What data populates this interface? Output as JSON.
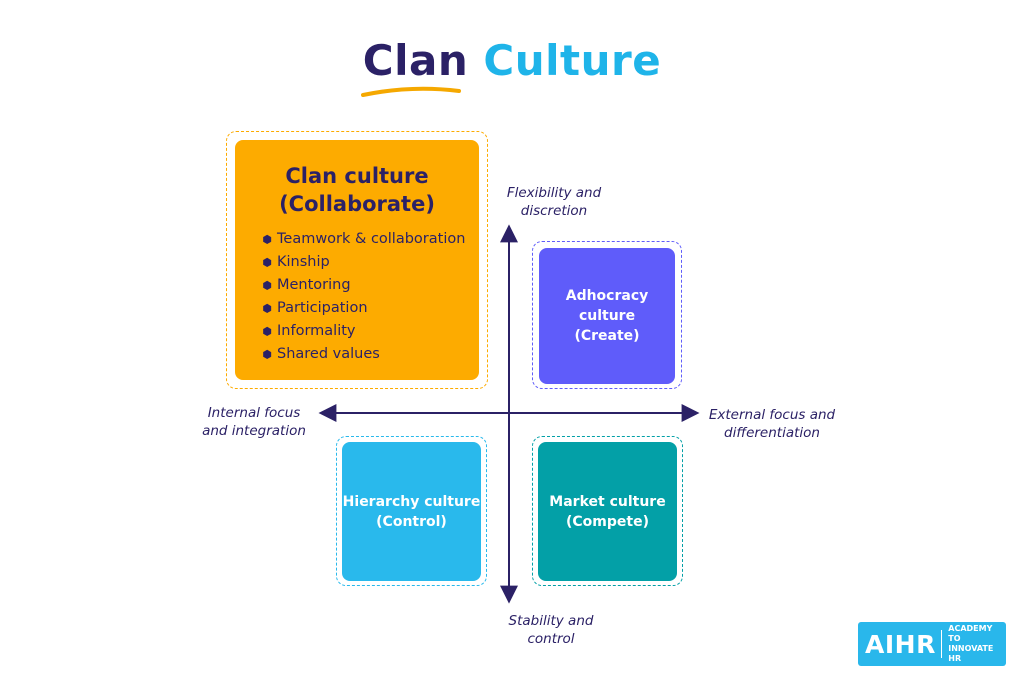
{
  "title": {
    "word1": "Clan",
    "word2": "Culture"
  },
  "colors": {
    "navy": "#2b2166",
    "cyan": "#1fb4e9",
    "clan": "#fdab00",
    "adhocracy": "#5f5cfa",
    "hierarchy": "#29b9ec",
    "market": "#03a0a7"
  },
  "clan": {
    "title_line1": "Clan culture",
    "title_line2": "(Collaborate)",
    "items": [
      "Teamwork & collaboration",
      "Kinship",
      "Mentoring",
      "Participation",
      "Informality",
      "Shared values"
    ],
    "bullet": "⬢"
  },
  "adhocracy": {
    "line1": "Adhocracy culture",
    "line2": "(Create)"
  },
  "hierarchy": {
    "line1": "Hierarchy culture",
    "line2": "(Control)"
  },
  "market": {
    "line1": "Market culture",
    "line2": "(Compete)"
  },
  "axes": {
    "top": {
      "line1": "Flexibility and",
      "line2": "discretion"
    },
    "bottom": {
      "line1": "Stability and",
      "line2": "control"
    },
    "left": {
      "line1": "Internal focus",
      "line2": "and integration"
    },
    "right": {
      "line1": "External focus and",
      "line2": "differentiation"
    }
  },
  "logo": {
    "brand": "AIHR",
    "tag_line1": "ACADEMY TO",
    "tag_line2": "INNOVATE HR"
  }
}
